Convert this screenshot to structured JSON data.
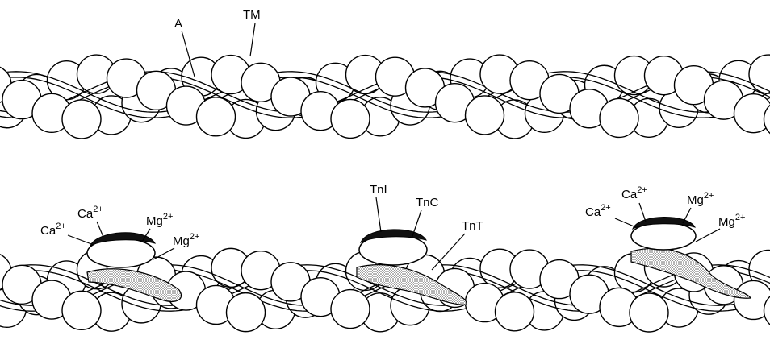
{
  "panels": [
    {
      "id": "actin-tropomyosin",
      "labels": {
        "actin": "A",
        "tropomyosin": "TM"
      }
    },
    {
      "id": "thin-filament-with-troponin",
      "labels": {
        "tni": "TnI",
        "tnc": "TnC",
        "tnt": "TnT"
      },
      "complex_1_ions": [
        {
          "base": "Ca",
          "charge": "2+"
        },
        {
          "base": "Ca",
          "charge": "2+"
        },
        {
          "base": "Mg",
          "charge": "2+"
        },
        {
          "base": "Mg",
          "charge": "2+"
        }
      ],
      "complex_3_ions": [
        {
          "base": "Ca",
          "charge": "2+"
        },
        {
          "base": "Ca",
          "charge": "2+"
        },
        {
          "base": "Mg",
          "charge": "2+"
        },
        {
          "base": "Mg",
          "charge": "2+"
        }
      ]
    }
  ],
  "colors": {
    "line": "#000000",
    "fill": "#ffffff",
    "tni": "#111111",
    "tnt_stipple": "#9a9a9a"
  }
}
